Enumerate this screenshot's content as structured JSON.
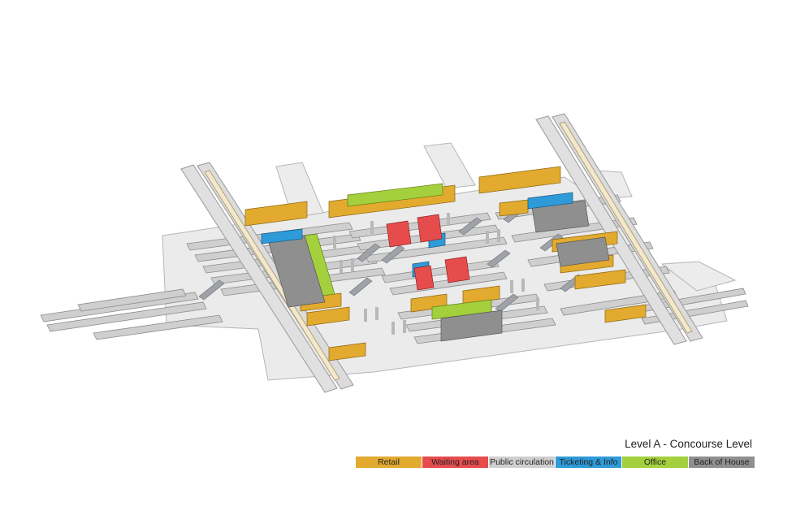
{
  "title": "Level A - Concourse Level",
  "legend": [
    {
      "label": "Retail",
      "color": "#e2aa2e"
    },
    {
      "label": "Waiting area",
      "color": "#e64c4c"
    },
    {
      "label": "Public circulation",
      "color": "#cfcfcf"
    },
    {
      "label": "Ticketing & Info",
      "color": "#2e9ad8"
    },
    {
      "label": "Office",
      "color": "#a4d03d"
    },
    {
      "label": "Back of House",
      "color": "#8f8f8f"
    }
  ]
}
